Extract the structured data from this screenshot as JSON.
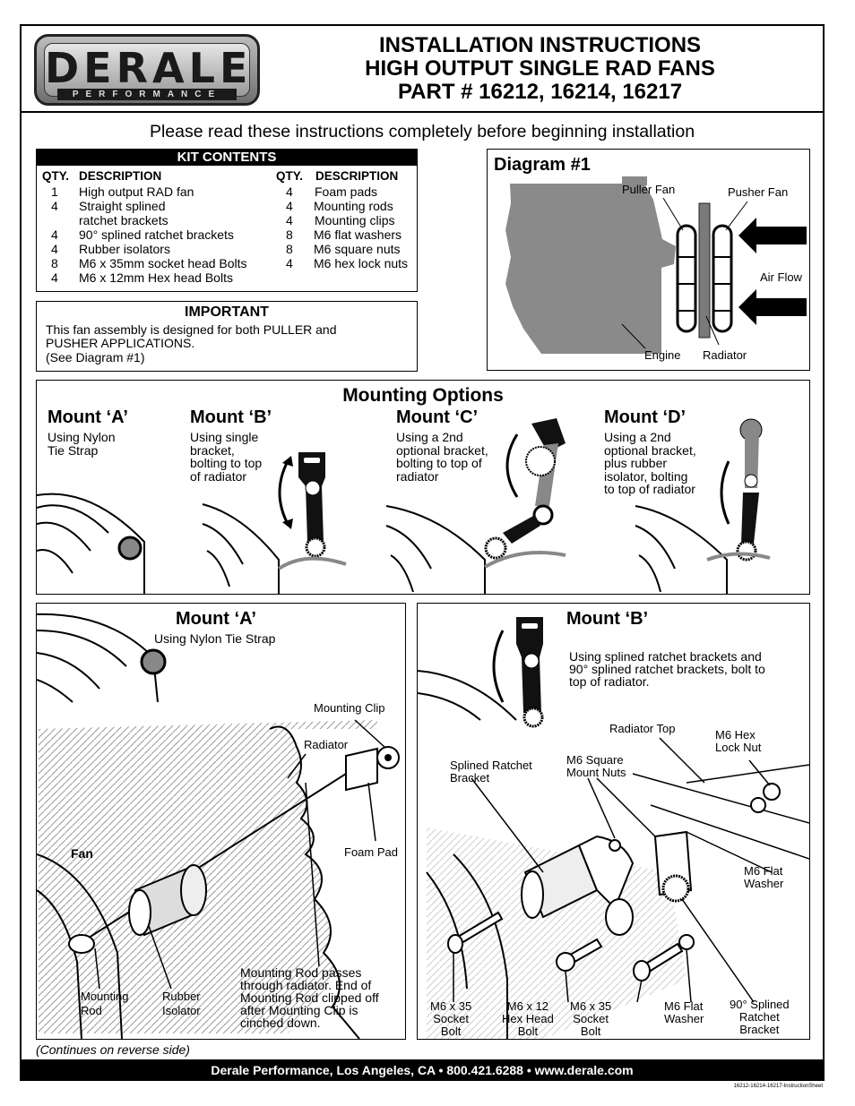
{
  "header": {
    "logo_main": "DERALE",
    "logo_sub": "PERFORMANCE",
    "title_lines": [
      "INSTALLATION INSTRUCTIONS",
      "HIGH OUTPUT SINGLE RAD FANS",
      "PART # 16212, 16214, 16217"
    ]
  },
  "intro": "Please read these instructions completely before beginning installation",
  "kit": {
    "title": "KIT CONTENTS",
    "qty_header": "QTY.",
    "desc_header": "DESCRIPTION",
    "left": [
      {
        "qty": "1",
        "desc": "High output RAD fan"
      },
      {
        "qty": "4",
        "desc": "Straight splined"
      },
      {
        "qty": "",
        "desc": "ratchet brackets"
      },
      {
        "qty": "4",
        "desc": "90° splined ratchet brackets"
      },
      {
        "qty": "4",
        "desc": "Rubber isolators"
      },
      {
        "qty": "8",
        "desc": "M6 x 35mm socket head Bolts"
      },
      {
        "qty": "4",
        "desc": "M6 x 12mm Hex head Bolts"
      }
    ],
    "right": [
      {
        "qty": "4",
        "desc": "Foam pads"
      },
      {
        "qty": "4",
        "desc": "Mounting rods"
      },
      {
        "qty": "4",
        "desc": "Mounting clips"
      },
      {
        "qty": "8",
        "desc": "M6 flat washers"
      },
      {
        "qty": "8",
        "desc": "M6 square nuts"
      },
      {
        "qty": "4",
        "desc": "M6 hex lock nuts"
      }
    ]
  },
  "important": {
    "title": "IMPORTANT",
    "lines": [
      "This fan assembly is designed for both PULLER and",
      "PUSHER  APPLICATIONS.",
      "(See Diagram #1)"
    ]
  },
  "diagram1": {
    "title": "Diagram #1",
    "puller_fan": "Puller Fan",
    "pusher_fan": "Pusher Fan",
    "air_flow": "Air Flow",
    "engine": "Engine",
    "radiator": "Radiator"
  },
  "mounting_options": {
    "title": "Mounting Options",
    "mounts": [
      {
        "title": "Mount ‘A’",
        "desc": "Using Nylon\nTie Strap"
      },
      {
        "title": "Mount ‘B’",
        "desc": "Using single\nbracket,\nbolting to top\nof radiator"
      },
      {
        "title": "Mount ‘C’",
        "desc": "Using a 2nd\noptional bracket,\nbolting to top of\nradiator"
      },
      {
        "title": "Mount ‘D’",
        "desc": "Using a 2nd\noptional bracket,\nplus rubber\nisolator, bolting\nto top of radiator"
      }
    ]
  },
  "panel_a": {
    "title": "Mount ‘A’",
    "subtitle": "Using Nylon Tie Strap",
    "mounting_clip": "Mounting Clip",
    "radiator": "Radiator",
    "fan": "Fan",
    "foam_pad": "Foam Pad",
    "mounting_rod": "Mounting\nRod",
    "rubber_isolator": "Rubber\nIsolator",
    "note": "Mounting Rod passes\nthrough radiator. End of\nMounting Rod clipped off\nafter Mounting Clip is\ncinched down."
  },
  "panel_b": {
    "title": "Mount ‘B’",
    "desc": "Using splined ratchet brackets and\n90° splined ratchet brackets, bolt to\ntop of radiator.",
    "radiator_top": "Radiator Top",
    "hex_lock_nut": "M6 Hex\nLock Nut",
    "splined_bracket": "Splined Ratchet\nBracket",
    "square_nuts": "M6 Square\nMount Nuts",
    "flat_washer_right": "M6 Flat\nWasher",
    "socket_bolt_1": "M6 x 35\nSocket\nBolt",
    "hex_bolt": "M6 x 12\nHex Head\nBolt",
    "socket_bolt_2": "M6 x 35\nSocket\nBolt",
    "flat_washer": "M6 Flat\nWasher",
    "bracket_90": "90° Splined\nRatchet\nBracket"
  },
  "continues": "(Continues on reverse side)",
  "footer": "Derale Performance, Los Angeles, CA  •  800.421.6288 • www.derale.com",
  "doc_code": "16212-16214-16217-InstructionSheet"
}
